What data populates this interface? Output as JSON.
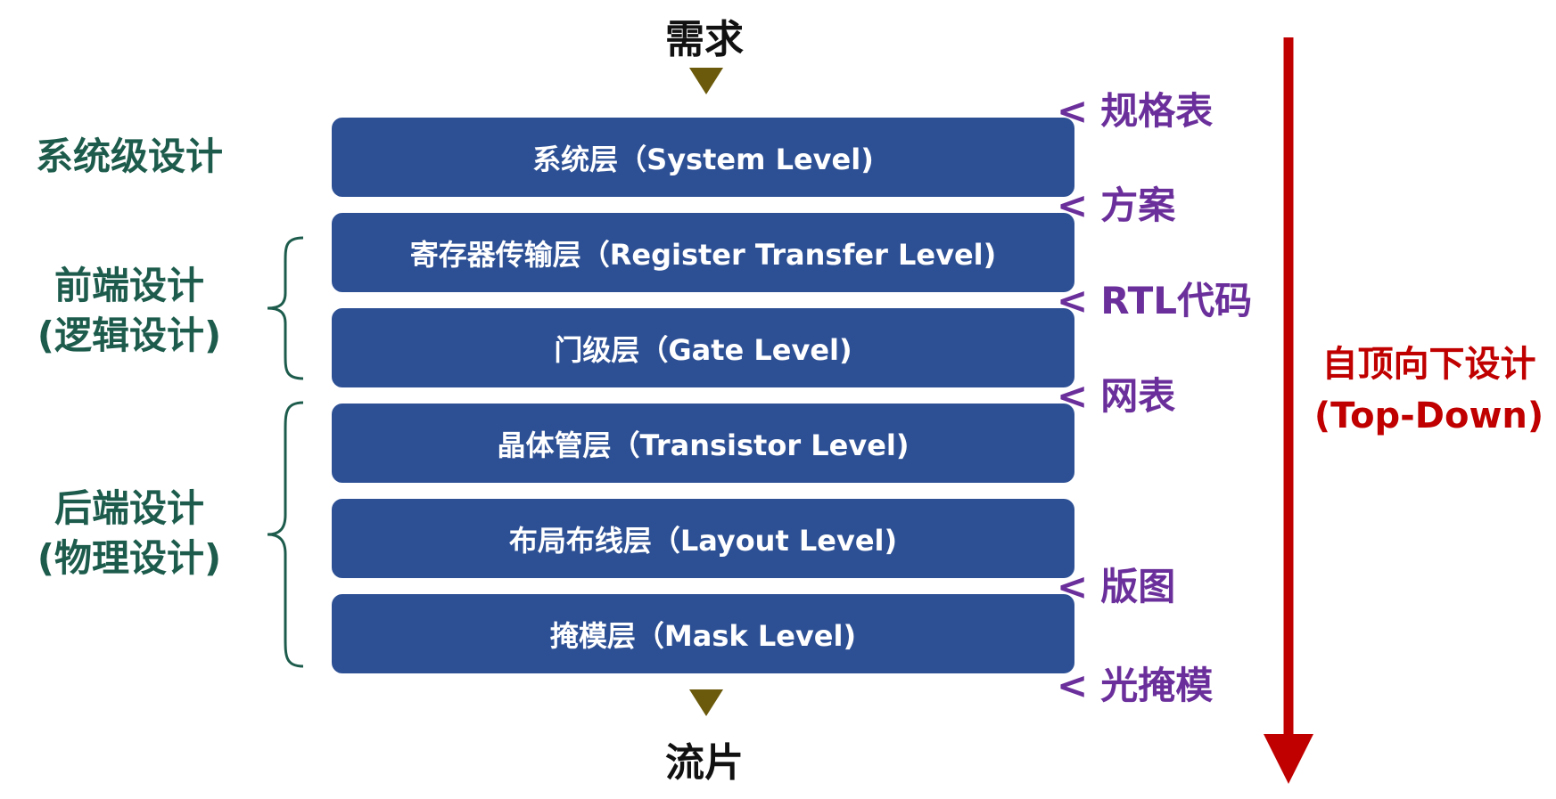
{
  "flow": {
    "start": "需求",
    "end": "流片"
  },
  "layers": [
    "系统层（System Level)",
    "寄存器传输层（Register Transfer Level)",
    "门级层（Gate Level)",
    "晶体管层（Transistor Level)",
    "布局布线层（Layout Level)",
    "掩模层（Mask Level)"
  ],
  "groups": {
    "system": {
      "line1": "系统级设计"
    },
    "frontend": {
      "line1": "前端设计",
      "line2": "(逻辑设计)"
    },
    "backend": {
      "line1": "后端设计",
      "line2": "(物理设计)"
    }
  },
  "artifacts": [
    "规格表",
    "方案",
    "RTL代码",
    "网表",
    "版图",
    "光掩模"
  ],
  "artifact_marker": "<",
  "direction": {
    "line1": "自顶向下设计",
    "line2": "(Top-Down)"
  },
  "colors": {
    "layer_fill": "#2d5095",
    "group_text": "#1d5c4c",
    "artifact_text": "#6b2f9b",
    "direction": "#c00000",
    "flow_triangle": "#6b5a0b"
  }
}
